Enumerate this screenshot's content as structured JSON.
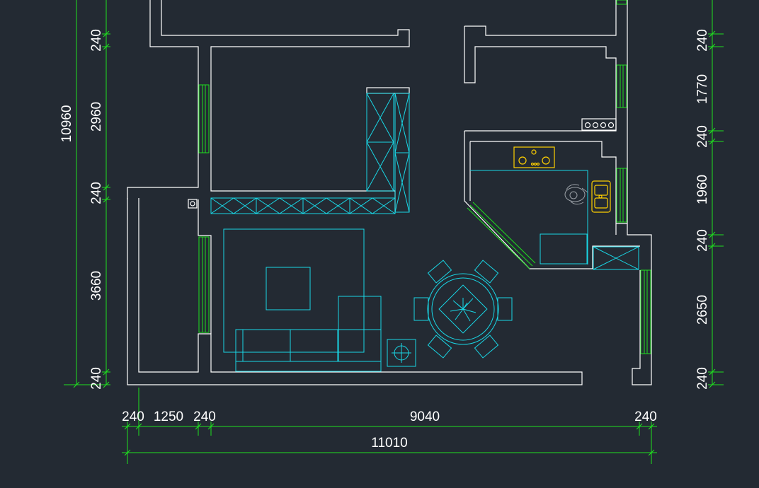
{
  "drawing": {
    "left_dimensions": [
      "240",
      "2960",
      "240",
      "3660",
      "240"
    ],
    "left_total": "10960",
    "right_dimensions": [
      "240",
      "1770",
      "240",
      "1960",
      "240",
      "2650",
      "240"
    ],
    "bottom_dimensions": [
      "240",
      "1250",
      "240",
      "9040",
      "240"
    ],
    "bottom_total": "11010"
  },
  "colors": {
    "background": "#232a33",
    "walls": "#ffffff",
    "furniture": "#19d7e6",
    "dimensions": "#1fe01f",
    "fixtures": "#ffd000"
  }
}
